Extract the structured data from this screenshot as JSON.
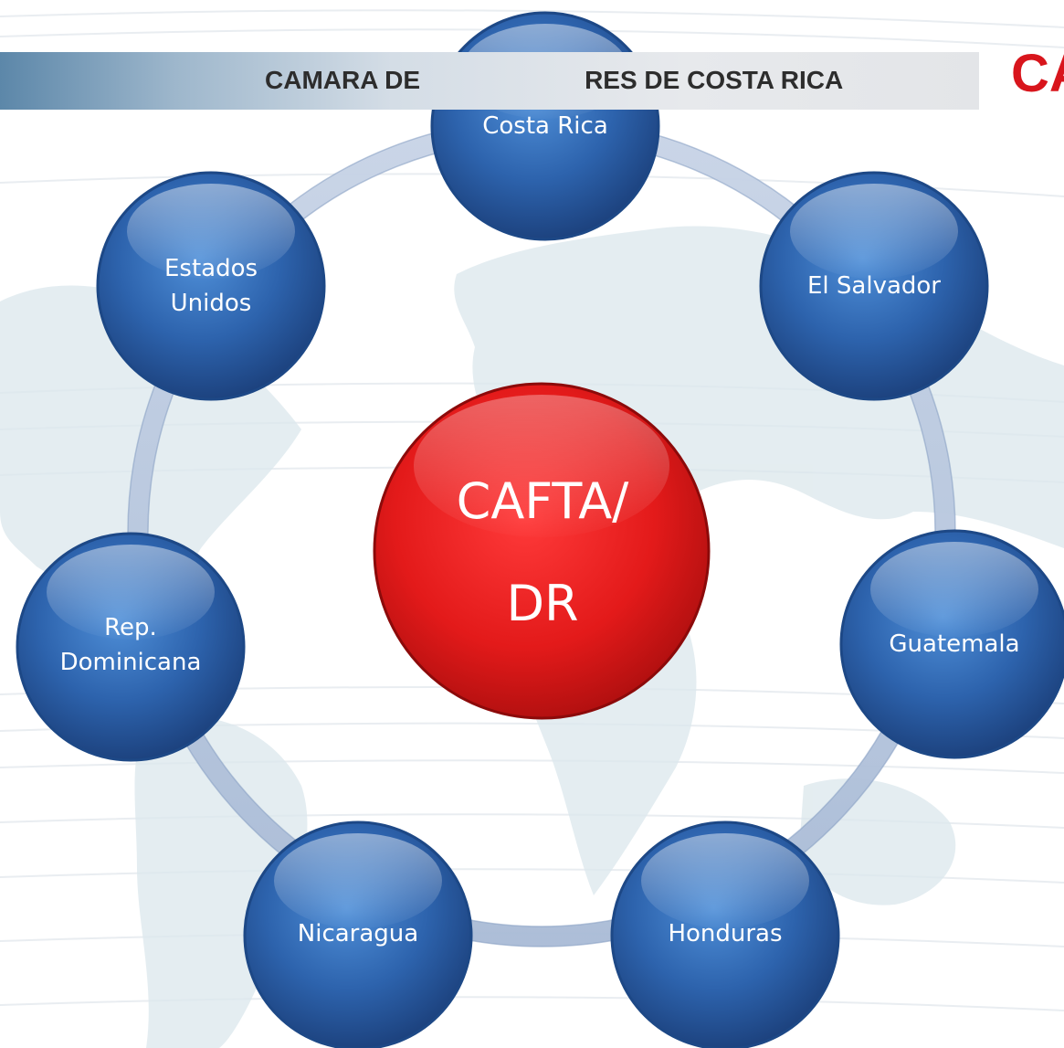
{
  "header": {
    "title_left": "CAMARA DE",
    "title_right": "RES DE COSTA RICA",
    "logo": "CA"
  },
  "diagram": {
    "type": "cycle",
    "center": {
      "line1": "CAFTA/",
      "line2": "DR",
      "color": "#e31a1a"
    },
    "node_color": "#2e66b0",
    "ring_color": "#b9c8de",
    "nodes": [
      {
        "id": "costa-rica",
        "lines": [
          "Costa Rica"
        ]
      },
      {
        "id": "el-salvador",
        "lines": [
          "El Salvador"
        ]
      },
      {
        "id": "guatemala",
        "lines": [
          "Guatemala"
        ]
      },
      {
        "id": "honduras",
        "lines": [
          "Honduras"
        ]
      },
      {
        "id": "nicaragua",
        "lines": [
          "Nicaragua"
        ]
      },
      {
        "id": "rep-dominicana",
        "lines": [
          "Rep.",
          "Dominicana"
        ]
      },
      {
        "id": "estados-unidos",
        "lines": [
          "Estados",
          "Unidos"
        ]
      }
    ]
  }
}
